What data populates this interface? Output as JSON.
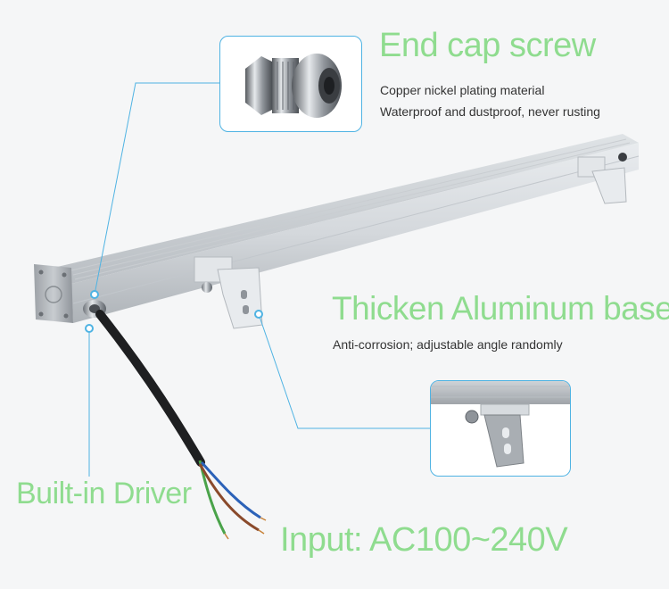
{
  "end_cap": {
    "title": "End cap screw",
    "lines": [
      "Copper nickel plating material",
      "Waterproof and dustproof, never rusting"
    ]
  },
  "aluminum": {
    "title": "Thicken Aluminum base",
    "lines": [
      "Anti-corrosion; adjustable angle randomly"
    ]
  },
  "driver": {
    "title": "Built-in Driver"
  },
  "input": {
    "title": "Input: AC100~240V"
  },
  "colors": {
    "accent_green": "#8fdc8f",
    "leader_blue": "#4fb3e3",
    "text_dark": "#333333",
    "background": "#f5f6f7"
  }
}
